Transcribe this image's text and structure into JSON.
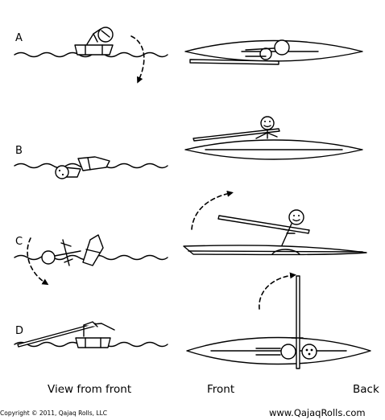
{
  "rows": [
    {
      "label": "A"
    },
    {
      "label": "B"
    },
    {
      "label": "C"
    },
    {
      "label": "D"
    }
  ],
  "captions": {
    "view_from_front": "View from front",
    "front": "Front",
    "back": "Back"
  },
  "footer": {
    "copyright": "Copyright © 2011, Qajaq Rolls, LLC",
    "url": "www.QajaqRolls.com"
  }
}
